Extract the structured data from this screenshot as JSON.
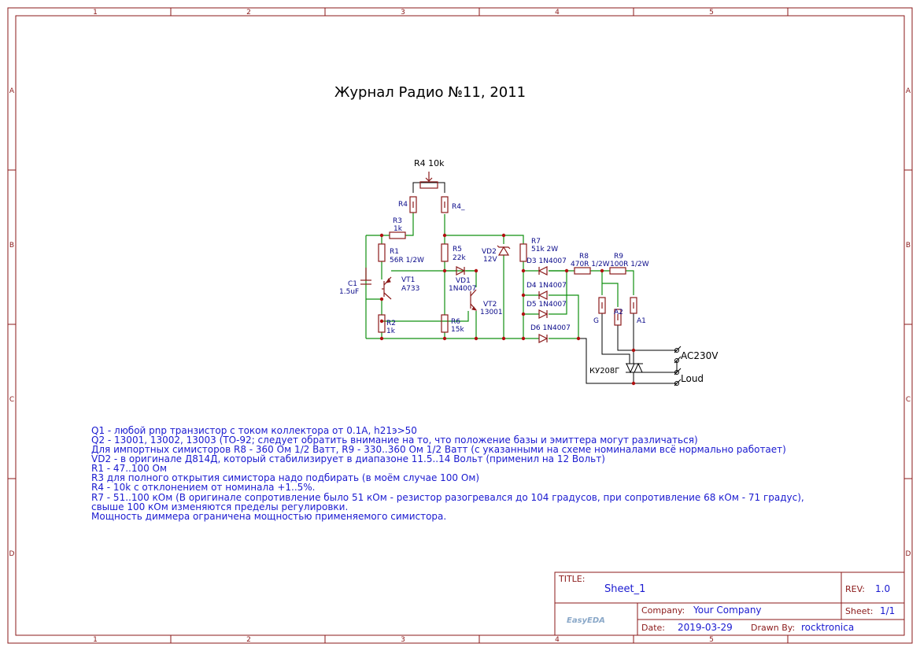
{
  "sheet_title": "Журнал Радио №11, 2011",
  "frame": {
    "columns": [
      "1",
      "2",
      "3",
      "4",
      "5"
    ],
    "rows": [
      "A",
      "B",
      "C",
      "D"
    ]
  },
  "components": {
    "r4_pot": "R4 10k",
    "r4_a": "R4",
    "r4_b": "R4_",
    "r3_name": "R3",
    "r3_val": "1k",
    "r1_name": "R1",
    "r1_val": "56R 1/2W",
    "c1_name": "C1",
    "c1_val": "1.5uF",
    "vt1_name": "VT1",
    "vt1_val": "A733",
    "r2_name": "R2",
    "r2_val": "1k",
    "r5_name": "R5",
    "r5_val": "22k",
    "vd1_name": "VD1",
    "vd1_val": "1N4007",
    "vt2_name": "VT2",
    "vt2_val": "13001",
    "r6_name": "R6",
    "r6_val": "15k",
    "vd2_name": "VD2",
    "vd2_val": "12V",
    "r7_name": "R7",
    "r7_val": "51k 2W",
    "d3": "D3 1N4007",
    "d4": "D4 1N4007",
    "d5": "D5 1N4007",
    "d6": "D6 1N4007",
    "r8_name": "R8",
    "r8_val": "470R 1/2W",
    "r9_name": "R9",
    "r9_val": "100R 1/2W",
    "g": "G",
    "a2": "A2",
    "a1": "A1",
    "triac": "КУ208Г",
    "ac": "AC230V",
    "loud": "Loud"
  },
  "notes": [
    "Q1 - любой pnp транзистор с током коллектора от 0.1А, h21э>50",
    "Q2 - 13001, 13002, 13003 (ТО-92; следует обратить внимание на то, что положение базы и эмиттера могут различаться)",
    "Для импортных симисторов R8 - 360 Ом 1/2 Ватт, R9 - 330..360 Ом 1/2 Ватт (с указанными на схеме номиналами всё нормально работает)",
    "VD2 - в оригинале Д814Д, который стабилизирует в диапазоне 11.5..14 Вольт (применил на 12 Вольт)",
    "R1 - 47..100 Ом",
    "R3 для полного открытия симистора надо подбирать (в моём случае 100 Ом)",
    "R4 - 10k с отклонением от номинала +1..5%.",
    "R7 - 51..100 кОм (В оригинале сопротивление было 51 кОм - резистор разогревался до 104 градусов, при сопротивление 68 кОм - 71 градус),",
    "свыше 100 кОм изменяются пределы регулировки.",
    "Мощность диммера ограничена мощностью применяемого симистора."
  ],
  "title_block": {
    "title_label": "TITLE:",
    "title_value": "Sheet_1",
    "rev_label": "REV:",
    "rev_value": "1.0",
    "logo": "EasyEDA",
    "company_label": "Company:",
    "company_value": "Your Company",
    "sheet_label": "Sheet:",
    "sheet_value": "1/1",
    "date_label": "Date:",
    "date_value": "2019-03-29",
    "drawn_label": "Drawn By:",
    "drawn_value": "rocktronica"
  }
}
